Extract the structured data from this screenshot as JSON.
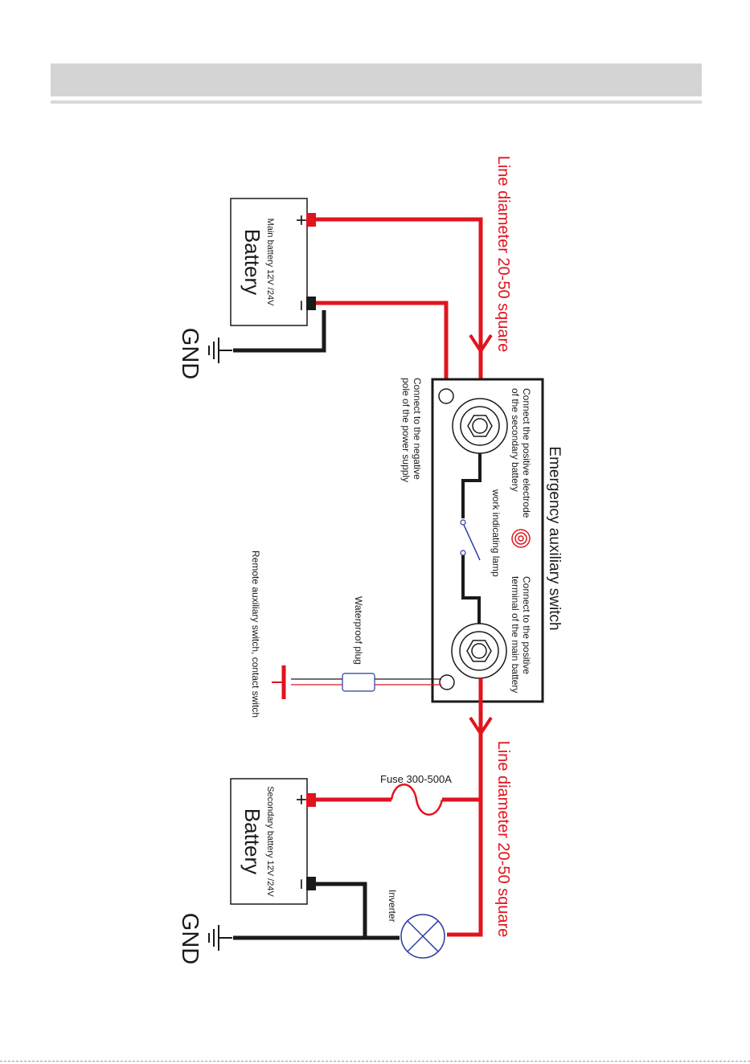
{
  "header": {
    "title": ""
  },
  "diagram": {
    "main_battery": {
      "title": "Battery",
      "subtitle": "Main battery 12V /24V",
      "plus": "+",
      "minus": "−"
    },
    "secondary_battery": {
      "title": "Battery",
      "subtitle": "Secondary battery 12V /24V",
      "plus": "+",
      "minus": "−"
    },
    "gnd_top": "GND",
    "gnd_bottom": "GND",
    "line_top": "Line diameter 20-50 square",
    "line_bottom": "Line diameter 20-50 square",
    "switch": {
      "title": "Emergency auxiliary switch",
      "secondary_positive_1": "Connect the positive electrode",
      "secondary_positive_2": "of the secondary battery",
      "negative_1": "Connect to the negative",
      "negative_2": "pole of the power supply",
      "lamp": "work indicating lamp",
      "main_positive_1": "Connect to the positive",
      "main_positive_2": "terminal of the main battery"
    },
    "waterproof_plug": "Waterproof plug",
    "remote_switch": "Remote auxiliary switch, contact switch",
    "fuse": "Fuse 300-500A",
    "inverter": "Inverter"
  },
  "colors": {
    "positive_wire": "#e0141e",
    "negative_wire": "#1a1a1a",
    "header_bar": "#d4d4d4"
  }
}
